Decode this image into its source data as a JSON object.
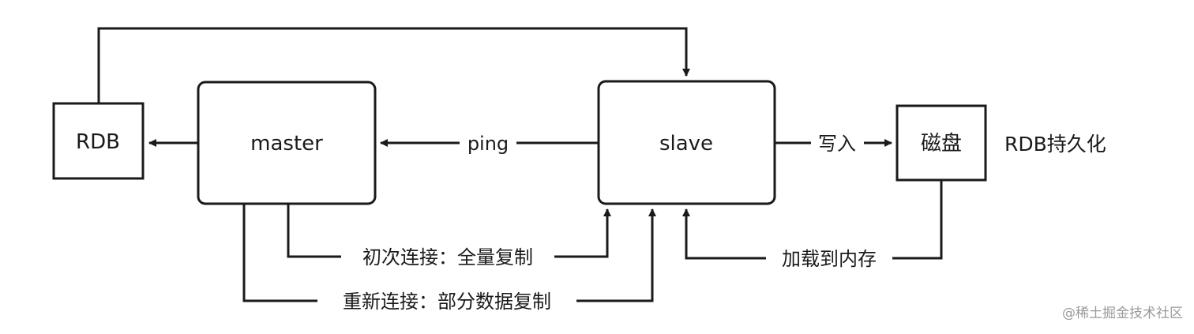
{
  "nodes": {
    "rdb": "RDB",
    "master": "master",
    "slave": "slave",
    "disk": "磁盘"
  },
  "edges": {
    "ping": "ping",
    "write": "写入",
    "load": "加载到内存",
    "initial": "初次连接：全量复制",
    "reconnect": "重新连接：部分数据复制"
  },
  "annotation": "RDB持久化",
  "watermark": "@稀土掘金技术社区"
}
